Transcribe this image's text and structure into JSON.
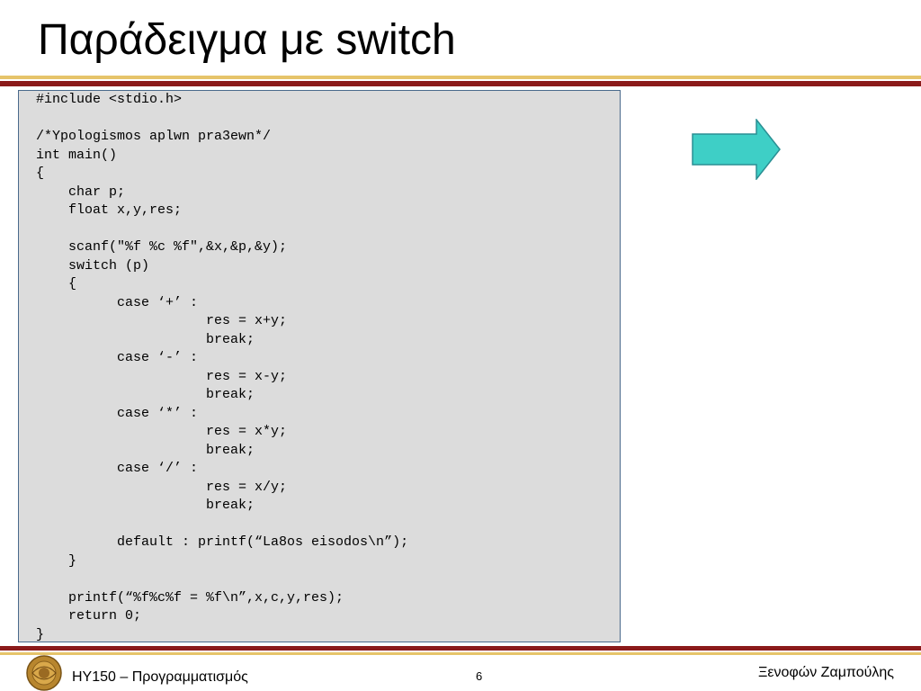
{
  "slide": {
    "title": "Παράδειγμα με switch",
    "code": "#include <stdio.h>\n\n/*Ypologismos aplwn pra3ewn*/\nint main()\n{\n    char p;\n    float x,y,res;\n\n    scanf(\"%f %c %f\",&x,&p,&y);\n    switch (p)\n    {\n          case ‘+’ :\n                     res = x+y;\n                     break;\n          case ‘-’ :\n                     res = x-y;\n                     break;\n          case ‘*’ :\n                     res = x*y;\n                     break;\n          case ‘/’ :\n                     res = x/y;\n                     break;\n\n          default : printf(“La8os eisodos\\n”);\n    }\n\n    printf(“%f%c%f = %f\\n”,x,c,y,res);\n    return 0;\n}",
    "arrow_icon": "right-arrow-icon",
    "logo_icon": "university-seal-icon"
  },
  "footer": {
    "course": "HY150 – Προγραμματισμός",
    "page_number": "6",
    "author": "Ξενοφών Ζαμπούλης"
  },
  "colors": {
    "accent_red": "#8b1a1a",
    "accent_gold": "#e6c46a",
    "code_background": "#dcdcdc",
    "arrow_fill": "#3ecfc6"
  }
}
